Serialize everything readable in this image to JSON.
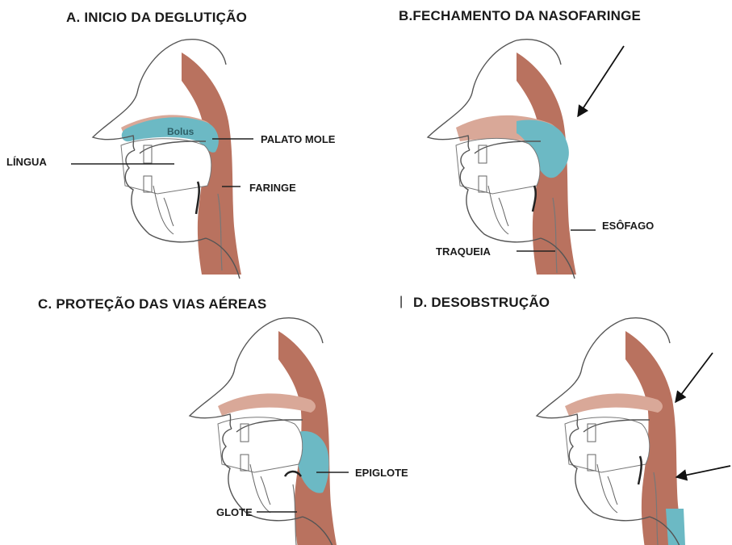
{
  "panels": {
    "a": {
      "title": "A. INICIO DA DEGLUTIÇÃO",
      "bolus": "Bolus",
      "labels": {
        "lingua": "LÍNGUA",
        "palato": "PALATO MOLE",
        "faringe": "FARINGE"
      }
    },
    "b": {
      "title": "B.FECHAMENTO  DA NASOFARINGE",
      "labels": {
        "esofago": "ESÔFAGO",
        "traqueia": "TRAQUEIA"
      }
    },
    "c": {
      "title": "C. PROTEÇÃO DAS VIAS AÉREAS",
      "labels": {
        "epiglote": "EPIGLOTE",
        "glote": "GLOTE"
      }
    },
    "d": {
      "title": "D. DESOBSTRUÇÃO",
      "marker": "|"
    }
  },
  "colors": {
    "tissue": "#b9725f",
    "tissue_light": "#d9a898",
    "bolus": "#6cb9c4",
    "outline": "#555555"
  }
}
